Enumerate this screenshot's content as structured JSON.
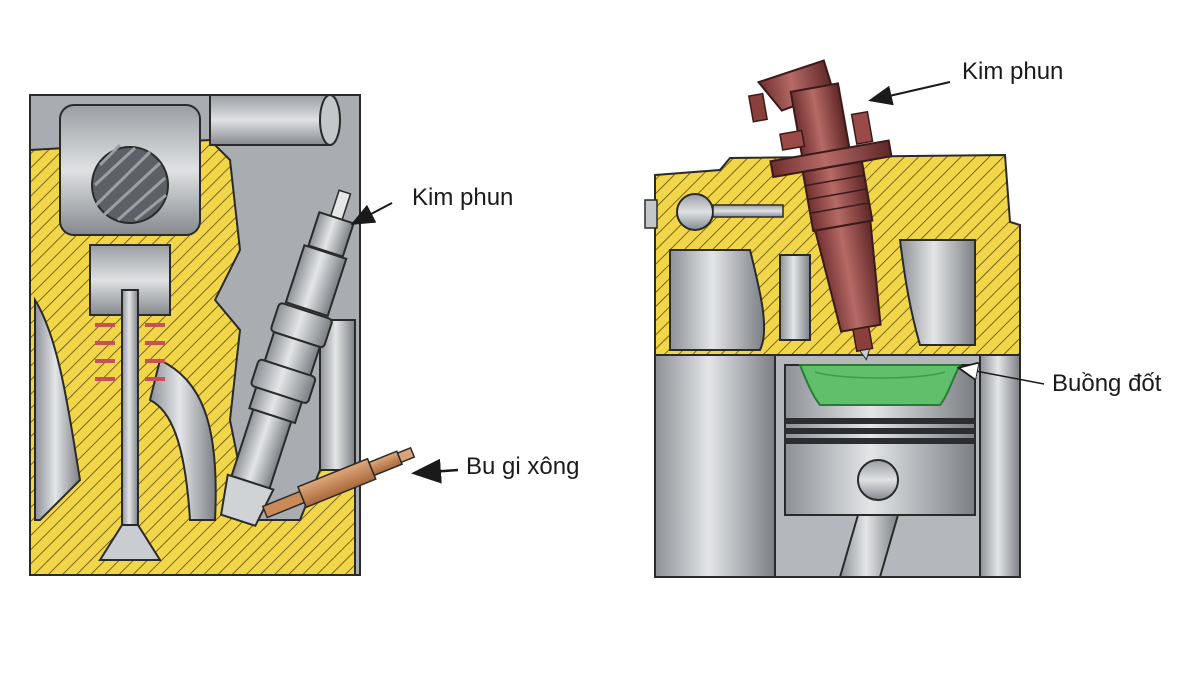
{
  "labels": {
    "left_injector": "Kim phun",
    "glow_plug": "Bu gi xông",
    "right_injector": "Kim phun",
    "combustion_chamber": "Buồng đốt"
  },
  "colors": {
    "hatch_yellow": "#f2d64a",
    "metal_gray": "#b9bcc0",
    "metal_dark": "#6f7378",
    "spring_red": "#c8505a",
    "glow_plug_copper": "#c98a58",
    "injector_maroon": "#9a4a48",
    "chamber_green": "#5fbf6a",
    "outline": "#2a2a2a"
  }
}
